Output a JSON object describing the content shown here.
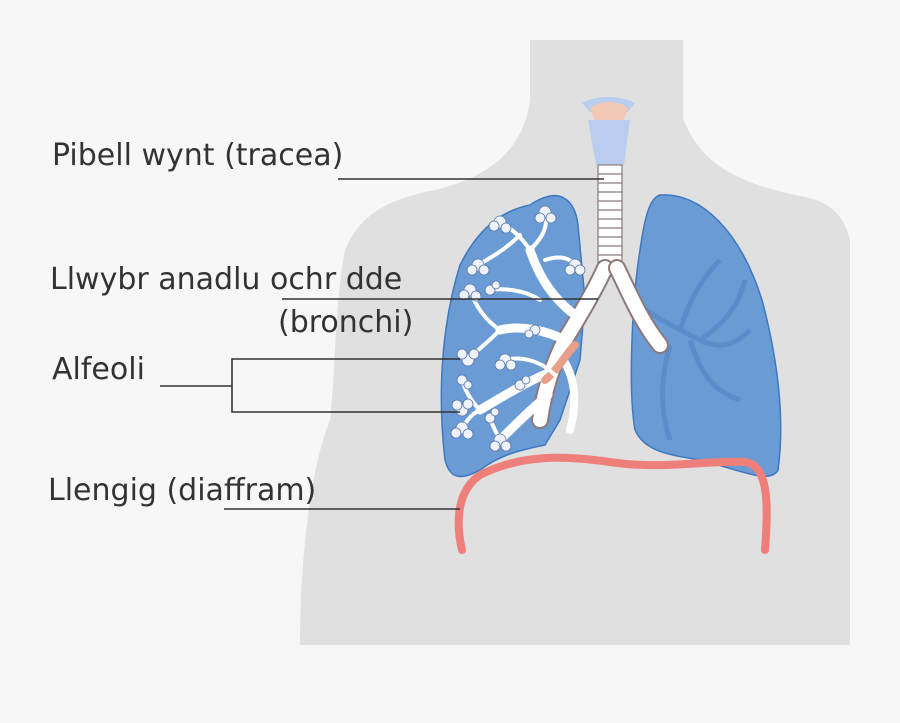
{
  "labels": {
    "trachea": "Pibell wynt (tracea)",
    "bronchi_line1": "Llwybr anadlu ochr dde",
    "bronchi_line2": "(bronchi)",
    "alveoli": "Alfeoli",
    "diaphragm": "Llengig (diaffram)"
  },
  "colors": {
    "background": "#f7f7f7",
    "body_silhouette": "#e0e0e0",
    "lung_fill": "#6a9bd4",
    "lung_stroke": "#3d78c0",
    "airway_white": "#ffffff",
    "airway_stroke": "#8a7a7a",
    "diaphragm": "#ef7f7a",
    "larynx": "#b9cdef",
    "larynx_top": "#f2c9b6",
    "leader_line": "#333333"
  }
}
